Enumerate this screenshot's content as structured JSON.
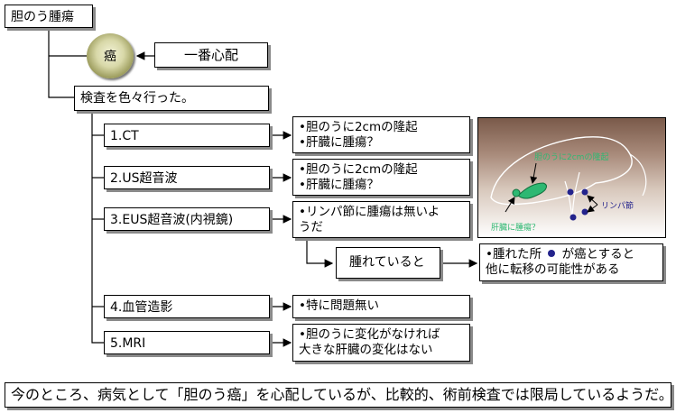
{
  "title": "胆のう腫瘍",
  "cancer_label": "癌",
  "worry_label": "一番心配",
  "exam_label": "検査を色々行った。",
  "exams": [
    {
      "name": "1.CT",
      "findings": [
        "•胆のうに2cmの隆起",
        "•肝臓に腫瘍？"
      ]
    },
    {
      "name": "2.US超音波",
      "findings": [
        "•胆のうに2cmの隆起",
        "•肝臓に腫瘍？"
      ]
    },
    {
      "name": "3.EUS超音波(内視鏡)",
      "findings": [
        "•リンパ節に腫瘍は無いよ",
        "うだ"
      ]
    },
    {
      "name": "4.血管造影",
      "findings": [
        "•特に問題無い"
      ]
    },
    {
      "name": "5.MRI",
      "findings": [
        "•胆のうに変化がなければ",
        "大きな肝臓の変化はない"
      ]
    }
  ],
  "swollen_label": "腫れていると",
  "swollen_result": [
    "•腫れた所",
    "が癌とすると",
    "他に転移の可能性がある"
  ],
  "diagram": {
    "gallbladder_label": "胆のうに2cmの隆起",
    "liver_label": "肝臓に腫瘍？",
    "lymph_label": "リンパ節"
  },
  "footer": "今のところ、病気として「胆のう癌」を心配しているが、比較的、術前検査では限局しているようだ。",
  "colors": {
    "shadow": "#8a8a8a",
    "green": "#2eb872",
    "navy": "#23238c",
    "brown": "#7a5a4a"
  }
}
